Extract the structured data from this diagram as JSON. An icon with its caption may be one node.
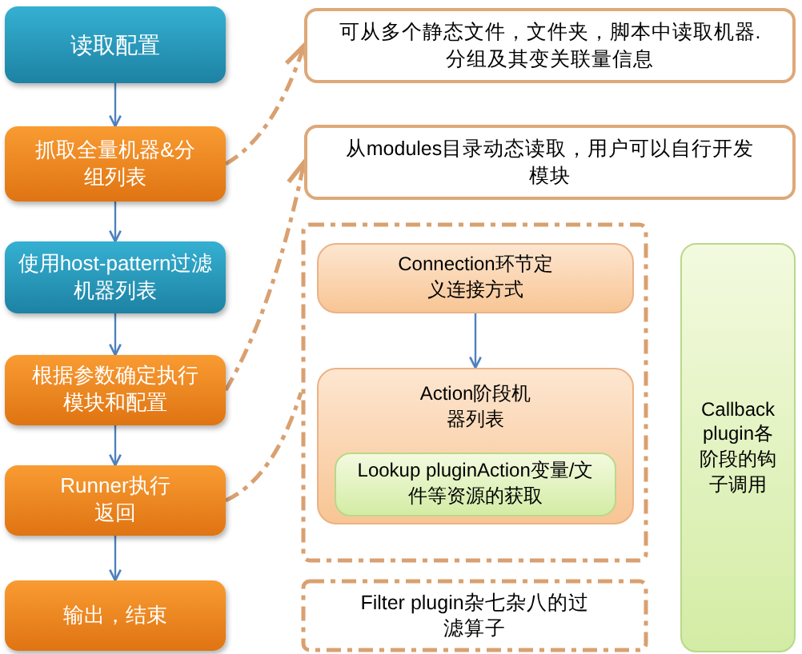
{
  "diagram": {
    "nodes": [
      {
        "text": [
          "读取配置"
        ]
      },
      {
        "text": [
          "抓取全量机器&分组列表"
        ]
      },
      {
        "text": [
          "使用host-pattern过滤机器列表"
        ]
      },
      {
        "text": [
          "根据参数确定执行模块和配置"
        ]
      },
      {
        "text": [
          "Runner执行返回"
        ]
      },
      {
        "text": [
          "输出，结束"
        ]
      },
      {
        "text": [
          "可从多个静态文件，文件夹，脚本中读取机器.分组及其变关联量信息"
        ]
      },
      {
        "text": [
          "从modules目录动态读取，用户可以自行开发模块"
        ]
      },
      {
        "text": [],
        "shape": "box"
      },
      {
        "text": [
          "Connection环节定义连接方式"
        ],
        "in": 8
      },
      {
        "text": [
          "Action阶段机器列表"
        ],
        "in": 8
      },
      {
        "text": [
          "Lookup pluginAction变量/文件等资源的获取"
        ],
        "in": 10
      },
      {
        "text": [
          "Callback plugin各阶段的钩子调用"
        ]
      },
      {
        "text": [
          "Filter plugin杂七杂八的过滤算子"
        ]
      }
    ],
    "edges": [
      {
        "from": 0,
        "to": 1,
        "arrow": "to"
      },
      {
        "from": 1,
        "to": 2,
        "arrow": "to"
      },
      {
        "from": 2,
        "to": 3,
        "arrow": "to"
      },
      {
        "from": 3,
        "to": 4,
        "arrow": "to"
      },
      {
        "from": 4,
        "to": 5,
        "arrow": "to"
      },
      {
        "from": 9,
        "to": 10,
        "arrow": "to"
      },
      {
        "from": 1,
        "to": 6,
        "arrow": "to",
        "style": "dashed",
        "color": "#d9a070"
      },
      {
        "from": 3,
        "to": 7,
        "arrow": "to",
        "style": "dashed",
        "color": "#d9a070"
      },
      {
        "from": 4,
        "to": 8,
        "arrow": "none",
        "style": "dashed",
        "color": "#d9a070"
      }
    ]
  }
}
